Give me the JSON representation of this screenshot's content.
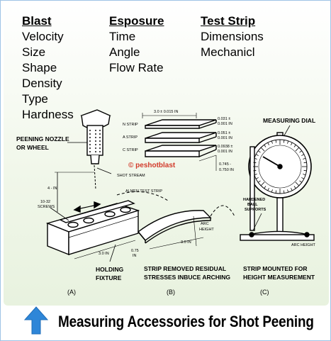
{
  "header": {
    "columns": [
      {
        "heading": "Blast",
        "items": [
          "Velocity",
          "Size",
          "Shape",
          "Density",
          "Type",
          "Hardness"
        ]
      },
      {
        "heading": "Esposure",
        "items": [
          "Time",
          "Angle",
          "Flow Rate"
        ]
      },
      {
        "heading": "Test Strip",
        "items": [
          "Dimensions",
          "Mechanicl"
        ]
      }
    ]
  },
  "diagram": {
    "labels": {
      "peening_nozzle": [
        "PEENING NOZZLE",
        "OR WHEEL"
      ],
      "shot_stream": "SHOT STREAM",
      "almen_test_strip": "ALMEN TEST STRIP",
      "screws": [
        "10-32",
        "SCREWS"
      ],
      "holding_fixture": [
        "HOLDING",
        "FIXTURE"
      ],
      "dim_4_in": "4 - IN",
      "dim_3_in": "3.0 IN",
      "dim_075": [
        "0.75",
        "IN"
      ],
      "arc_height_b": [
        "ARC",
        "HEIGHT"
      ],
      "strip_removed": [
        "STRIP REMOVED RESIDUAL",
        "STRESSES INBUCE ARCHING"
      ],
      "strip_dim": "3.0 ± 0.015 IN",
      "strips": [
        "N STRIP",
        "A STRIP",
        "C STRIP"
      ],
      "thickness": [
        "0.031 ±",
        "0.001 IN",
        "0.051 ±",
        "0.001 IN",
        "0.0938 ±",
        "0.001 IN"
      ],
      "width_dim": [
        "0.745 -",
        "0.750 IN"
      ],
      "watermark": "© peshotblast",
      "measuring_dial": "MEASURING DIAL",
      "hardened_ball": [
        "HARDENED",
        "BALL",
        "SUPPORTS"
      ],
      "arc_height_c": "ARC HEIGHT",
      "strip_mounted": [
        "STRIP MOUNTED FOR",
        "HEIGHT MEASUREMENT"
      ],
      "fig_a": "(A)",
      "fig_b": "(B)",
      "fig_c": "(C)"
    }
  },
  "footer": {
    "title": "Measuring Accessories for Shot Peening",
    "arrow_icon": "up-arrow-icon",
    "arrow_color": "#2e86d8"
  }
}
